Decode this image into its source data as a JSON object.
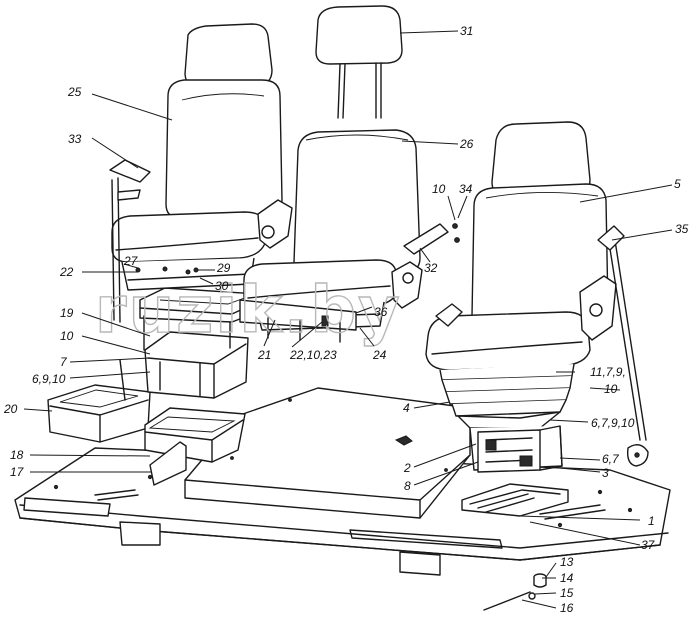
{
  "watermark": "ruzik.by",
  "labels": [
    {
      "id": "31",
      "text": "31"
    },
    {
      "id": "25",
      "text": "25"
    },
    {
      "id": "26",
      "text": "26"
    },
    {
      "id": "5",
      "text": "5"
    },
    {
      "id": "33",
      "text": "33"
    },
    {
      "id": "10a",
      "text": "10"
    },
    {
      "id": "34",
      "text": "34"
    },
    {
      "id": "35",
      "text": "35"
    },
    {
      "id": "27",
      "text": "27"
    },
    {
      "id": "22a",
      "text": "22"
    },
    {
      "id": "29",
      "text": "29"
    },
    {
      "id": "30",
      "text": "30"
    },
    {
      "id": "32",
      "text": "32"
    },
    {
      "id": "19",
      "text": "19"
    },
    {
      "id": "36",
      "text": "36"
    },
    {
      "id": "10b",
      "text": "10"
    },
    {
      "id": "21",
      "text": "21"
    },
    {
      "id": "22-10-23",
      "text": "22,10,23"
    },
    {
      "id": "24",
      "text": "24"
    },
    {
      "id": "7",
      "text": "7"
    },
    {
      "id": "6-9-10",
      "text": "6,9,10"
    },
    {
      "id": "11-7-9",
      "text": "11,7,9,"
    },
    {
      "id": "10c",
      "text": "10"
    },
    {
      "id": "4",
      "text": "4"
    },
    {
      "id": "20",
      "text": "20"
    },
    {
      "id": "6-7-9-10",
      "text": "6,7,9,10"
    },
    {
      "id": "18",
      "text": "18"
    },
    {
      "id": "2",
      "text": "2"
    },
    {
      "id": "6-7",
      "text": "6,7"
    },
    {
      "id": "17",
      "text": "17"
    },
    {
      "id": "3",
      "text": "3"
    },
    {
      "id": "8",
      "text": "8"
    },
    {
      "id": "1",
      "text": "1"
    },
    {
      "id": "37",
      "text": "37"
    },
    {
      "id": "13",
      "text": "13"
    },
    {
      "id": "14",
      "text": "14"
    },
    {
      "id": "15",
      "text": "15"
    },
    {
      "id": "16",
      "text": "16"
    }
  ]
}
